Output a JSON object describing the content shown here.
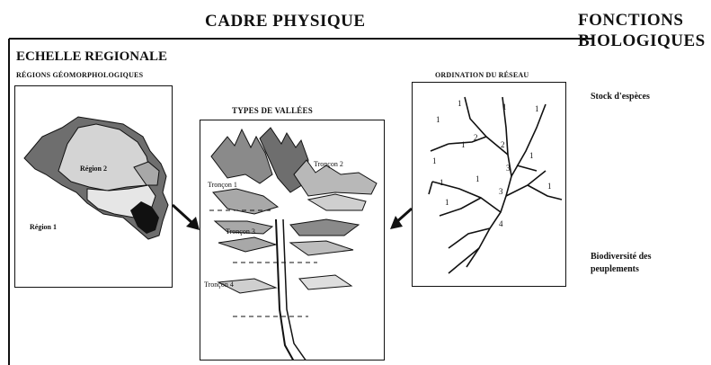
{
  "title_left": "CADRE  PHYSIQUE",
  "title_right_line1": "FONCTIONS",
  "title_right_line2": "BIOLOGIQUES",
  "scale_title": "ECHELLE REGIONALE",
  "panel_regions": {
    "title": "RÉGIONS GÉOMORPHOLOGIQUES",
    "labels": [
      "Région 2",
      "Région 1"
    ]
  },
  "panel_valleys": {
    "title": "TYPES DE VALLÉES",
    "labels": [
      "Tronçon 2",
      "Tronçon 1",
      "Tronçon 3",
      "Tronçon 4"
    ]
  },
  "panel_network": {
    "title": "ORDINATION DU RÉSEAU",
    "orders": [
      "1",
      "1",
      "1",
      "1",
      "2",
      "1",
      "2",
      "1",
      "1",
      "3",
      "1",
      "3",
      "1",
      "1",
      "4",
      "1"
    ]
  },
  "functions": {
    "stock": "Stock d'espèces",
    "biodiv_line1": "Biodiversité des",
    "biodiv_line2": "peuplements"
  },
  "colors": {
    "ink": "#111111",
    "light_grey": "#d4d4d4",
    "mid_grey": "#a8a8a8",
    "dark_grey": "#6e6e6e"
  }
}
